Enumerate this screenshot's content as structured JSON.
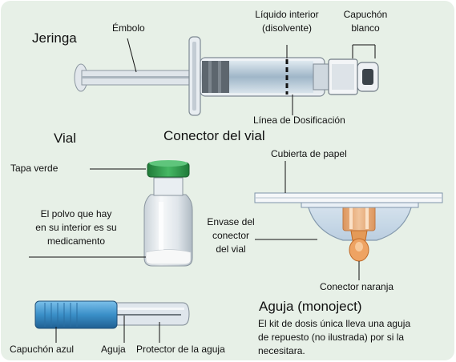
{
  "syringe": {
    "title": "Jeringa",
    "plunger": "Émbolo",
    "liquid_line1": "Líquido interior",
    "liquid_line2": "(disolvente)",
    "cap_line1": "Capuchón",
    "cap_line2": "blanco",
    "dose_line": "Línea de Dosificación"
  },
  "vial": {
    "title": "Vial",
    "green_cap": "Tapa verde",
    "powder_line1": "El polvo que hay",
    "powder_line2": "en su interior es su",
    "powder_line3": "medicamento"
  },
  "connector": {
    "title": "Conector del vial",
    "paper": "Cubierta de papel",
    "pack_line1": "Envase del",
    "pack_line2": "conector",
    "pack_line3": "del vial",
    "orange": "Conector naranja"
  },
  "needle": {
    "title": "Aguja (monoject)",
    "note_line1": "El kit de dosis única lleva una aguja",
    "note_line2": "de repuesto (no ilustrada) por si la",
    "note_line3": "necesitara.",
    "blue_cap": "Capuchón azul",
    "needle_label": "Aguja",
    "guard_label": "Protector de la aguja"
  },
  "colors": {
    "panel": "#e7f0e7",
    "green_cap": "#2e9a4a",
    "blue_cap": "#3a8fc8",
    "orange_connector": "#f0a868"
  }
}
